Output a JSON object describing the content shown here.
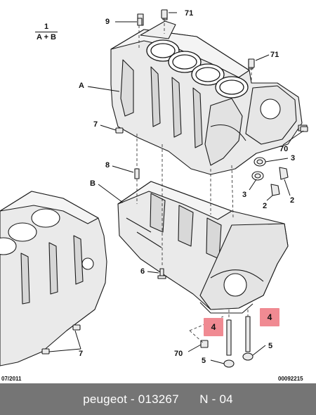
{
  "formula": {
    "numerator": "1",
    "denominator": "A + B"
  },
  "labels": {
    "A": "A",
    "B": "B",
    "n9": "9",
    "n71a": "71",
    "n71b": "71",
    "n7a": "7",
    "n70a": "70",
    "n8": "8",
    "n3a": "3",
    "n3b": "3",
    "n2a": "2",
    "n2b": "2",
    "n6": "6",
    "n4a": "4",
    "n4b": "4",
    "n7b": "7",
    "n70b": "70",
    "n5a": "5",
    "n5b": "5"
  },
  "date_code": "07/2011",
  "image_code": "00092215",
  "footer": {
    "brand": "peugeot",
    "separator": " - ",
    "part_number": "013267",
    "ref": "N - 04"
  },
  "colors": {
    "highlight": "#f08a92",
    "footer_bg": "#757575",
    "block_fill": "#eaeaea"
  }
}
